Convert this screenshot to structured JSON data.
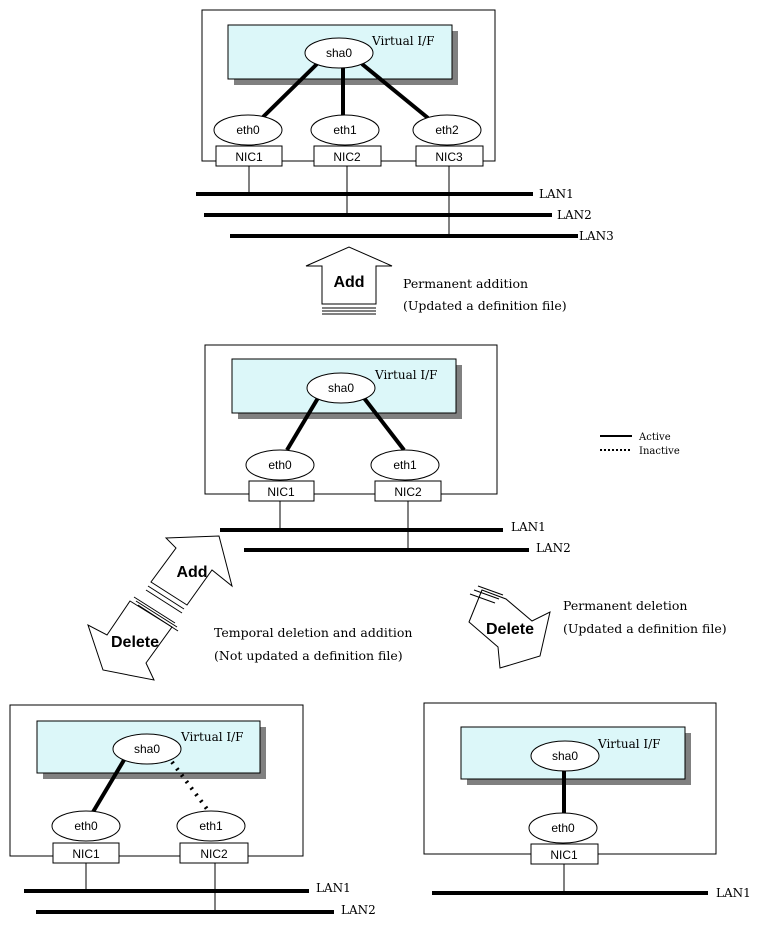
{
  "legend": {
    "active": "Active",
    "inactive": "Inactive"
  },
  "labels": {
    "virtual_if": "Virtual I/F",
    "sha0": "sha0",
    "eth0": "eth0",
    "eth1": "eth1",
    "eth2": "eth2",
    "nic1": "NIC1",
    "nic2": "NIC2",
    "nic3": "NIC3",
    "lan1": "LAN1",
    "lan2": "LAN2",
    "lan3": "LAN3"
  },
  "arrows": {
    "add": "Add",
    "delete": "Delete"
  },
  "notes": {
    "permanent_addition": "Permanent addition",
    "permanent_addition_sub": "(Updated a definition file)",
    "temporal": "Temporal deletion and addition",
    "temporal_sub": "(Not updated a definition file)",
    "permanent_deletion": "Permanent deletion",
    "permanent_deletion_sub": "(Updated a definition file)"
  }
}
